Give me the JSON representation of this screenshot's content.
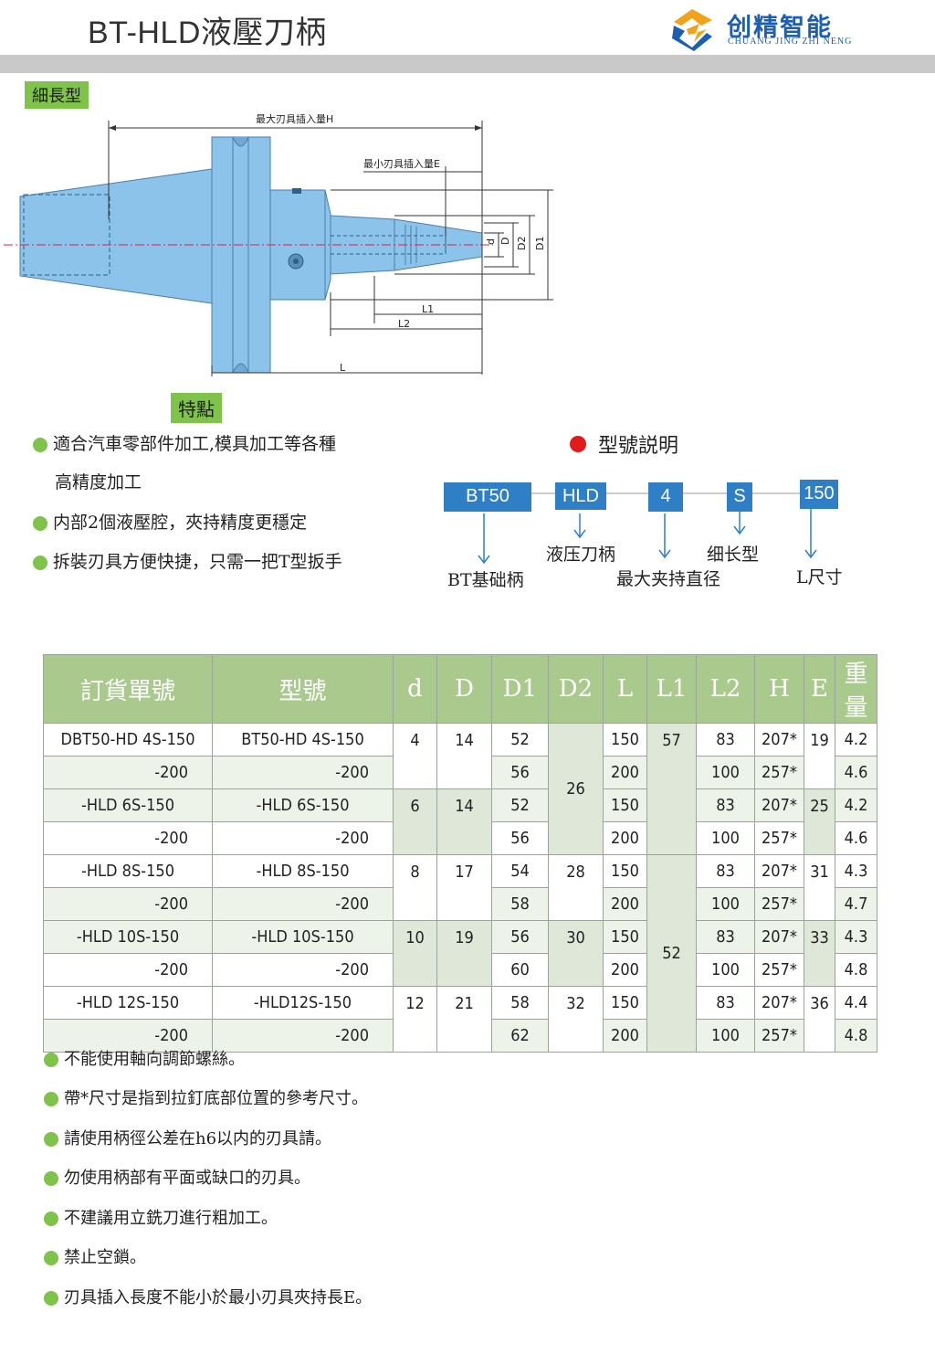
{
  "header": {
    "title": "BT-HLD液壓刀柄",
    "logo_cn": "创精智能",
    "logo_en": "CHUANG JING ZHI NENG"
  },
  "section_tags": {
    "slim": "細長型",
    "features": "特點"
  },
  "diagram_labels": {
    "H": "最大刃具插入量H",
    "E": "最小刃具插入量E",
    "L1": "L1",
    "L2": "L2",
    "L": "L",
    "d": "d",
    "D": "D",
    "D2": "D2",
    "D1": "D1"
  },
  "features": [
    {
      "line1": "適合汽車零部件加工,模具加工等各種",
      "line2": "高精度加工"
    },
    {
      "line1": "内部2個液壓腔，夾持精度更穩定"
    },
    {
      "line1": "拆裝刃具方便快捷，只需一把T型扳手"
    }
  ],
  "model": {
    "title": "型號説明",
    "boxes": [
      "BT50",
      "HLD",
      "4",
      "S",
      "150"
    ],
    "labels": [
      "BT基础柄",
      "液压刀柄",
      "最大夹持直径",
      "细长型",
      "L尺寸"
    ]
  },
  "table": {
    "headers": [
      "訂貨單號",
      "型號",
      "d",
      "D",
      "D1",
      "D2",
      "L",
      "L1",
      "L2",
      "H",
      "E",
      "重量"
    ],
    "rows": [
      {
        "order": "DBT50-HD 4S-150",
        "model": "BT50-HD 4S-150",
        "d": "4",
        "D": "14",
        "D1": "52",
        "L": "150",
        "L1": "57",
        "L2": "83",
        "H": "207*",
        "E": "19",
        "w": "4.2"
      },
      {
        "order": "-200",
        "model": "-200",
        "D1": "56",
        "L": "200",
        "L2": "100",
        "H": "257*",
        "w": "4.6"
      },
      {
        "order": "-HLD 6S-150",
        "model": "-HLD 6S-150",
        "d": "6",
        "D": "14",
        "D1": "52",
        "D2": "26",
        "L": "150",
        "L2": "83",
        "H": "207*",
        "E": "25",
        "w": "4.2"
      },
      {
        "order": "-200",
        "model": "-200",
        "D1": "56",
        "L": "200",
        "L2": "100",
        "H": "257*",
        "w": "4.6"
      },
      {
        "order": "-HLD 8S-150",
        "model": "-HLD 8S-150",
        "d": "8",
        "D": "17",
        "D1": "54",
        "D2": "28",
        "L": "150",
        "L2": "83",
        "H": "207*",
        "E": "31",
        "w": "4.3"
      },
      {
        "order": "-200",
        "model": "-200",
        "D1": "58",
        "L": "200",
        "L2": "100",
        "H": "257*",
        "w": "4.7"
      },
      {
        "order": "-HLD 10S-150",
        "model": "-HLD 10S-150",
        "d": "10",
        "D": "19",
        "D1": "56",
        "D2": "30",
        "L": "150",
        "L1": "52",
        "L2": "83",
        "H": "207*",
        "E": "33",
        "w": "4.3"
      },
      {
        "order": "-200",
        "model": "-200",
        "D1": "60",
        "L": "200",
        "L2": "100",
        "H": "257*",
        "w": "4.8"
      },
      {
        "order": "-HLD 12S-150",
        "model": "-HLD12S-150",
        "d": "12",
        "D": "21",
        "D1": "58",
        "D2": "32",
        "L": "150",
        "L2": "83",
        "H": "207*",
        "E": "36",
        "w": "4.4"
      },
      {
        "order": "-200",
        "model": "-200",
        "D1": "62",
        "L": "200",
        "L2": "100",
        "H": "257*",
        "w": "4.8"
      }
    ]
  },
  "notes": [
    "不能使用軸向調節螺絲。",
    "帶*尺寸是指到拉釘底部位置的參考尺寸。",
    "請使用柄徑公差在h6以内的刃具請。",
    "勿使用柄部有平面或缺口的刃具。",
    "不建議用立銑刀進行粗加工。",
    "禁止空鎖。",
    "刃具插入長度不能小於最小刃具夾持長E。"
  ],
  "colors": {
    "accent_green": "#7fc34a",
    "box_blue": "#2f7fc6",
    "tool_blue": "#8cc3ea",
    "header_green": "#a9c98d",
    "red_dot": "#e21b1b"
  }
}
